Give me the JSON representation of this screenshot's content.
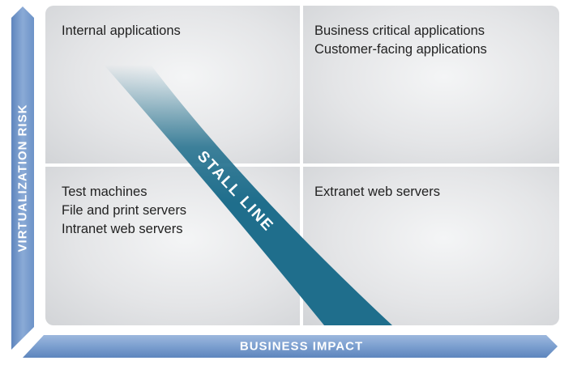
{
  "quadrants": {
    "top_left": [
      "Internal applications"
    ],
    "top_right": [
      "Business critical applications",
      "Customer-facing applications"
    ],
    "bottom_left": [
      "Test machines",
      "File and print servers",
      "Intranet web servers"
    ],
    "bottom_right": [
      "Extranet web servers"
    ]
  },
  "axes": {
    "y_label": "VIRTUALIZATION RISK",
    "x_label": "BUSINESS IMPACT"
  },
  "stall_line": {
    "label": "STALL LINE",
    "color": "#1f6e8c"
  },
  "colors": {
    "axis": "#7b9fcf",
    "axis_dark": "#5e85bd",
    "panel": "#e4e5e7"
  }
}
